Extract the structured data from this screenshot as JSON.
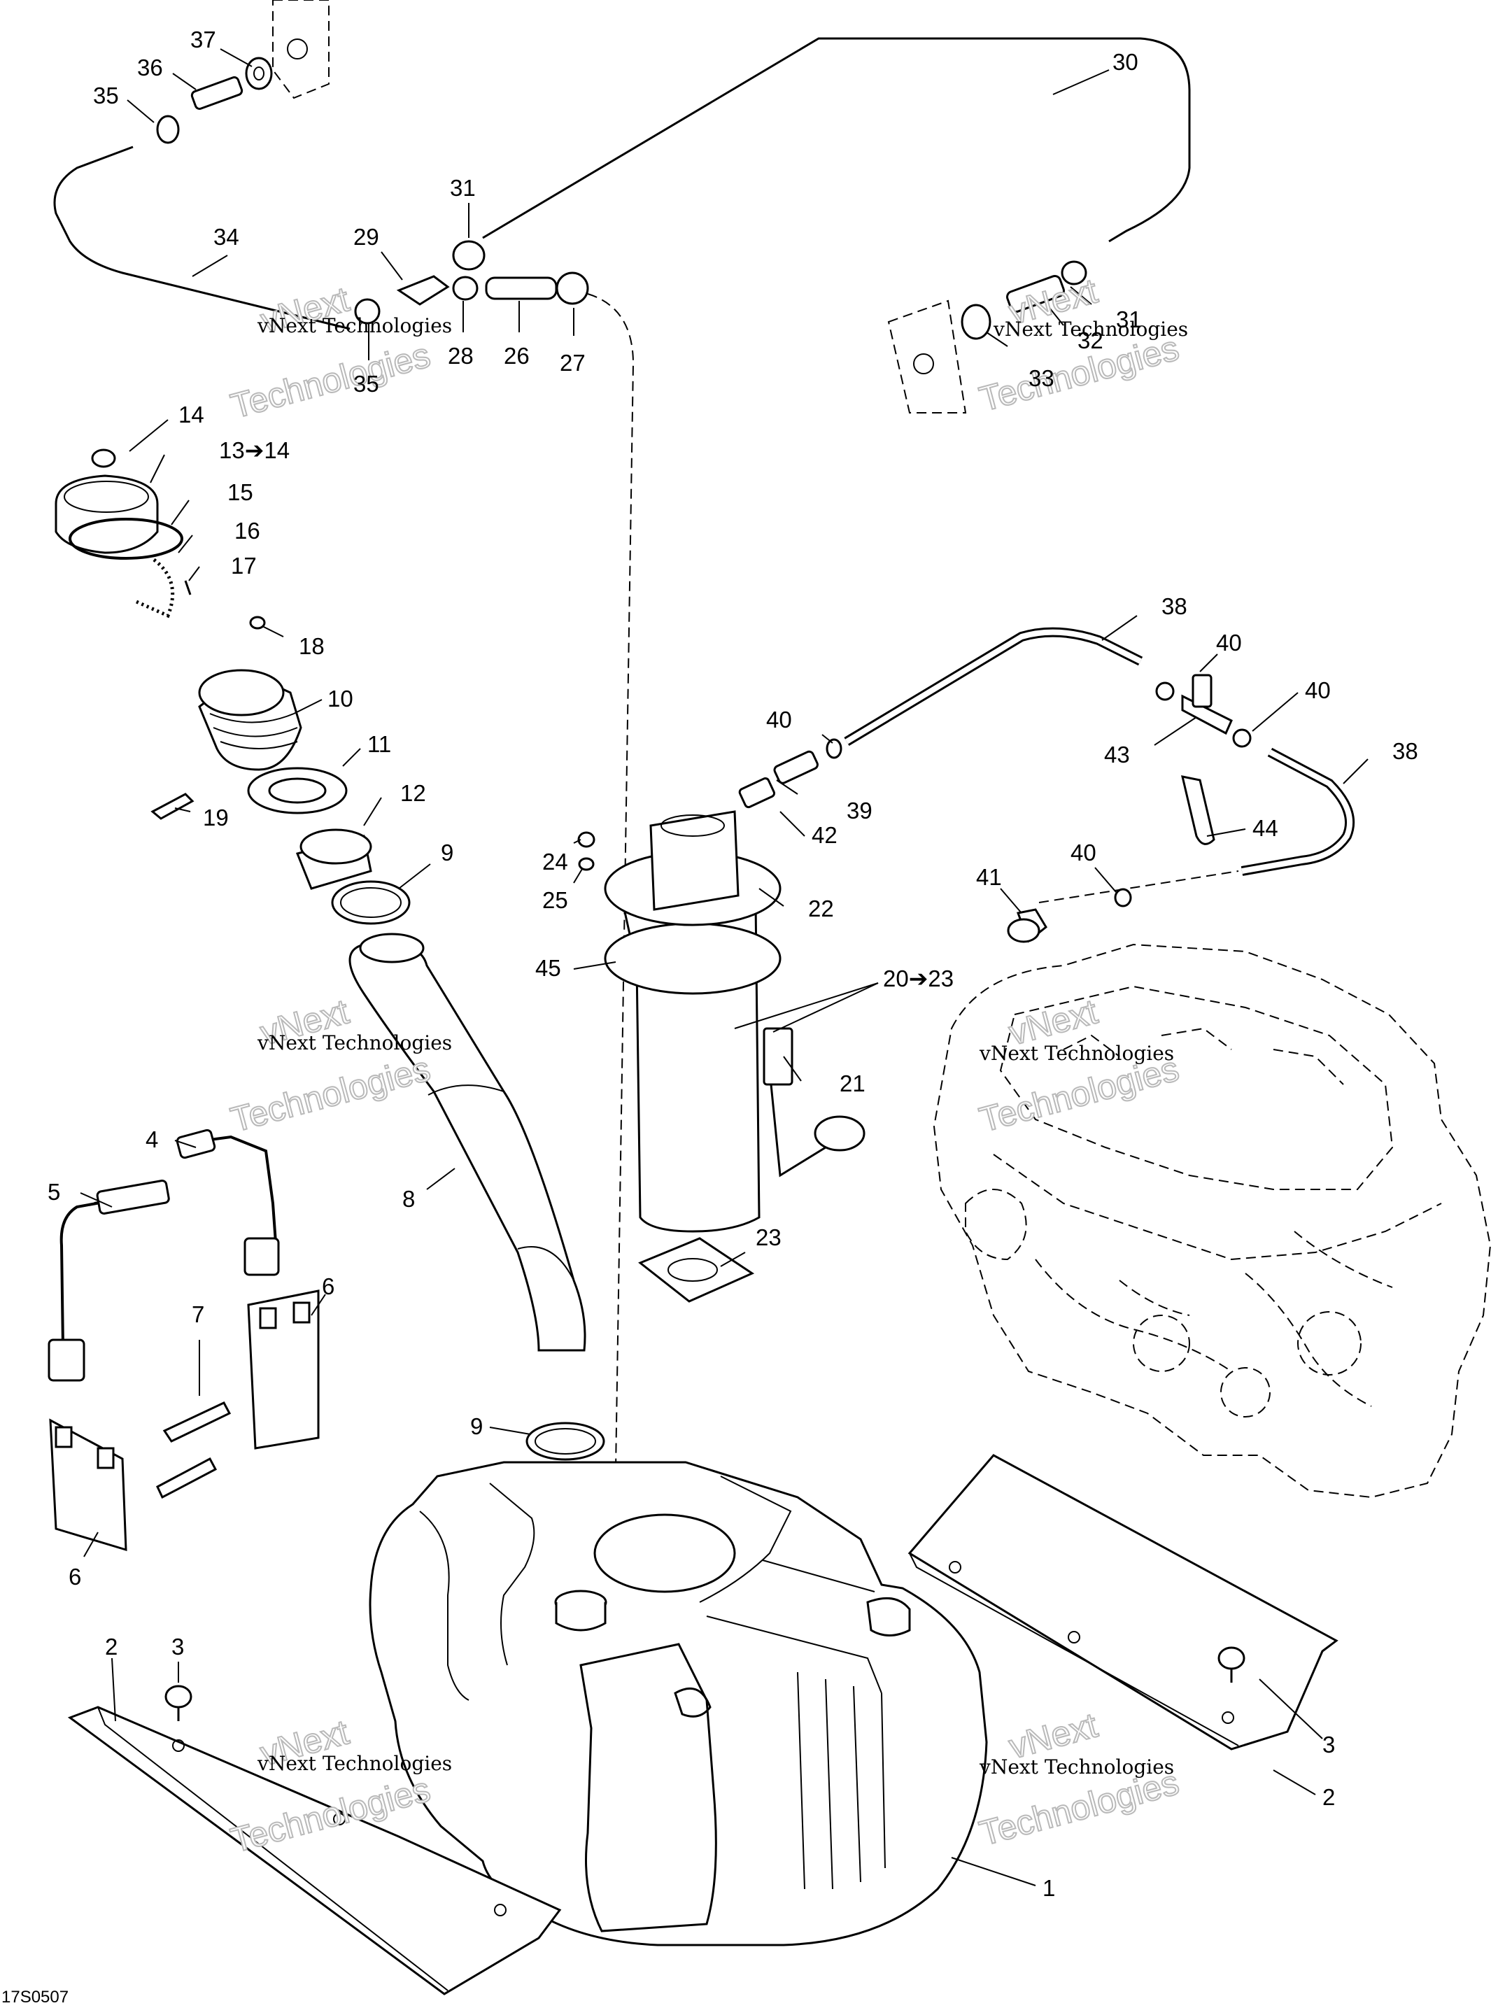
{
  "diagram_code": "17S0507",
  "watermark": {
    "line1": "vNext Technologies",
    "line2_a": "vNext",
    "line2_b": "Technologies"
  },
  "callouts": [
    {
      "id": "37",
      "text": "37"
    },
    {
      "id": "36",
      "text": "36"
    },
    {
      "id": "35a",
      "text": "35"
    },
    {
      "id": "30",
      "text": "30"
    },
    {
      "id": "31a",
      "text": "31"
    },
    {
      "id": "34",
      "text": "34"
    },
    {
      "id": "29",
      "text": "29"
    },
    {
      "id": "28",
      "text": "28"
    },
    {
      "id": "26",
      "text": "26"
    },
    {
      "id": "27",
      "text": "27"
    },
    {
      "id": "35b",
      "text": "35"
    },
    {
      "id": "31b",
      "text": "31"
    },
    {
      "id": "32",
      "text": "32"
    },
    {
      "id": "33",
      "text": "33"
    },
    {
      "id": "14",
      "text": "14"
    },
    {
      "id": "13",
      "text": "13➔14"
    },
    {
      "id": "15",
      "text": "15"
    },
    {
      "id": "16",
      "text": "16"
    },
    {
      "id": "17",
      "text": "17"
    },
    {
      "id": "18",
      "text": "18"
    },
    {
      "id": "10",
      "text": "10"
    },
    {
      "id": "11",
      "text": "11"
    },
    {
      "id": "12",
      "text": "12"
    },
    {
      "id": "19",
      "text": "19"
    },
    {
      "id": "9a",
      "text": "9"
    },
    {
      "id": "38a",
      "text": "38"
    },
    {
      "id": "40a",
      "text": "40"
    },
    {
      "id": "40b",
      "text": "40"
    },
    {
      "id": "40c",
      "text": "40"
    },
    {
      "id": "43",
      "text": "43"
    },
    {
      "id": "38b",
      "text": "38"
    },
    {
      "id": "39",
      "text": "39"
    },
    {
      "id": "42",
      "text": "42"
    },
    {
      "id": "44",
      "text": "44"
    },
    {
      "id": "24",
      "text": "24"
    },
    {
      "id": "25",
      "text": "25"
    },
    {
      "id": "22",
      "text": "22"
    },
    {
      "id": "40d",
      "text": "40"
    },
    {
      "id": "41",
      "text": "41"
    },
    {
      "id": "45",
      "text": "45"
    },
    {
      "id": "20",
      "text": "20➔23"
    },
    {
      "id": "21",
      "text": "21"
    },
    {
      "id": "4",
      "text": "4"
    },
    {
      "id": "5",
      "text": "5"
    },
    {
      "id": "8",
      "text": "8"
    },
    {
      "id": "23",
      "text": "23"
    },
    {
      "id": "6a",
      "text": "6"
    },
    {
      "id": "7",
      "text": "7"
    },
    {
      "id": "9b",
      "text": "9"
    },
    {
      "id": "6b",
      "text": "6"
    },
    {
      "id": "3a",
      "text": "3"
    },
    {
      "id": "2a",
      "text": "2"
    },
    {
      "id": "3b",
      "text": "3"
    },
    {
      "id": "2b",
      "text": "2"
    },
    {
      "id": "1",
      "text": "1"
    }
  ]
}
